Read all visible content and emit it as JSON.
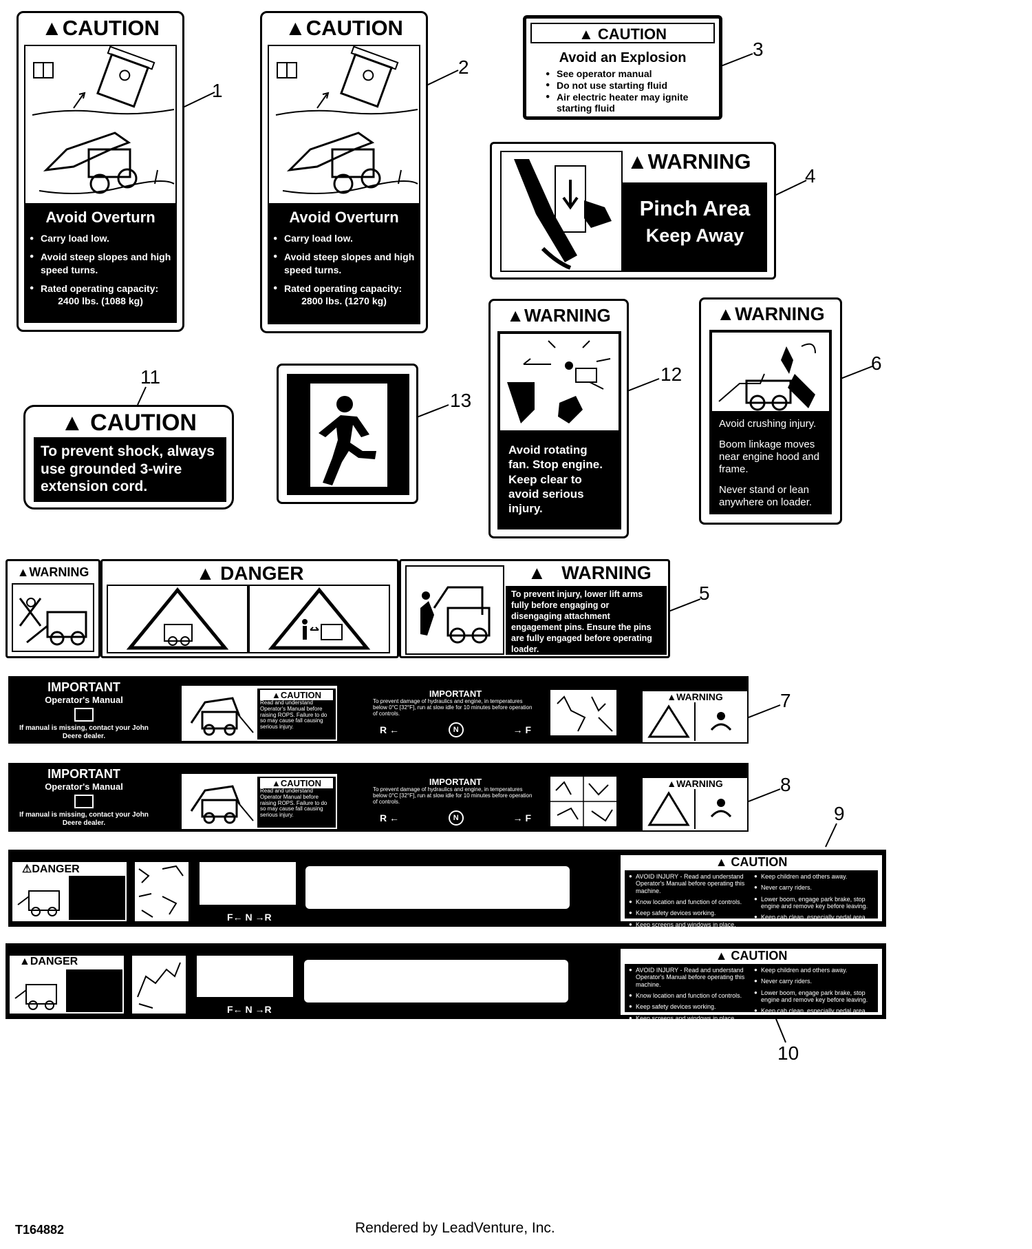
{
  "decals": {
    "d1": {
      "title": "▲CAUTION",
      "subtitle": "Avoid Overturn",
      "items": [
        "Carry load low.",
        "Avoid steep slopes and high speed turns.",
        "Rated operating capacity:"
      ],
      "capacity": "2400 lbs. (1088 kg)",
      "callout": "1"
    },
    "d2": {
      "title": "▲CAUTION",
      "subtitle": "Avoid Overturn",
      "items": [
        "Carry load low.",
        "Avoid steep slopes and high speed turns.",
        "Rated operating capacity:"
      ],
      "capacity": "2800 lbs. (1270 kg)",
      "callout": "2"
    },
    "d3": {
      "title": "▲ CAUTION",
      "heading": "Avoid an Explosion",
      "items": [
        "See operator manual",
        "Do not use starting fluid",
        "Air electric heater may ignite starting fluid"
      ],
      "callout": "3"
    },
    "d4": {
      "title": "▲WARNING",
      "line1": "Pinch Area",
      "line2": "Keep Away",
      "callout": "4"
    },
    "d6": {
      "title": "▲WARNING",
      "text1": "Avoid crushing injury.",
      "text2": "Boom linkage moves near engine hood and frame.",
      "text3": "Never stand or lean anywhere on loader.",
      "callout": "6"
    },
    "d11": {
      "title": "▲ CAUTION",
      "text": "To prevent shock, always use grounded 3-wire extension cord.",
      "callout": "11"
    },
    "d12": {
      "title": "▲WARNING",
      "text": "Avoid rotating fan. Stop engine. Keep clear to avoid serious injury.",
      "callout": "12"
    },
    "d13": {
      "callout": "13"
    },
    "d5": {
      "warn_small": "▲WARNING",
      "danger": "▲ DANGER",
      "warn_big": "▲   WARNING",
      "text": "To prevent injury, lower lift arms fully before engaging or disengaging attachment engagement pins. Ensure the pins are fully engaged before operating loader.",
      "callout": "5"
    },
    "d7": {
      "important": "IMPORTANT",
      "manual": "Operator's Manual",
      "missing": "If manual is missing, contact your John Deere dealer.",
      "caution": "▲CAUTION",
      "caution_text": "Read and understand Operator's Manual before raising ROPS. Failure to do so may cause fall causing serious injury.",
      "important2": "IMPORTANT",
      "imp_text": "To prevent damage of hydraulics and engine, in temperatures below 0°C [32°F], run at slow idle for 10 minutes before operation of controls.",
      "r": "R",
      "n": "N",
      "f": "F",
      "warning": "▲WARNING",
      "callout": "7"
    },
    "d8": {
      "important": "IMPORTANT",
      "manual": "Operator's Manual",
      "missing": "If manual is missing, contact your John Deere dealer.",
      "caution": "▲CAUTION",
      "caution_text": "Read and understand Operator Manual before raising ROPS. Failure to do so may cause fall causing serious injury.",
      "important2": "IMPORTANT",
      "imp_text": "To prevent damage of hydraulics and engine, in temperatures below 0°C [32°F], run at slow idle for 10 minutes before operation of controls.",
      "r": "R",
      "n": "N",
      "f": "F",
      "warning": "▲WARNING",
      "callout": "8"
    },
    "d9": {
      "danger": "⚠DANGER",
      "fnr": "F← N →R",
      "caution": "▲ CAUTION",
      "left": [
        "AVOID INJURY - Read and understand Operator's Manual before operating this machine.",
        "Know location and function of controls.",
        "Keep safety devices working.",
        "Keep screens and windows in place."
      ],
      "right": [
        "Keep children and others away.",
        "Never carry riders.",
        "Lower boom, engage park brake, stop engine and remove key before leaving.",
        "Keep cab clean, especially pedal area."
      ],
      "callout": "9"
    },
    "d10": {
      "danger": "▲DANGER",
      "fnr": "F← N →R",
      "caution": "▲ CAUTION",
      "left": [
        "AVOID INJURY - Read and understand Operator's Manual before operating this machine.",
        "Know location and function of controls.",
        "Keep safety devices working.",
        "Keep screens and windows in place."
      ],
      "right": [
        "Keep children and others away.",
        "Never carry riders.",
        "Lower boom, engage park brake, stop engine and remove key before leaving.",
        "Keep cab clean, especially pedal area."
      ],
      "callout": "10"
    }
  },
  "footer": {
    "figure_id": "T164882",
    "rendered_by": "Rendered by LeadVenture, Inc."
  }
}
